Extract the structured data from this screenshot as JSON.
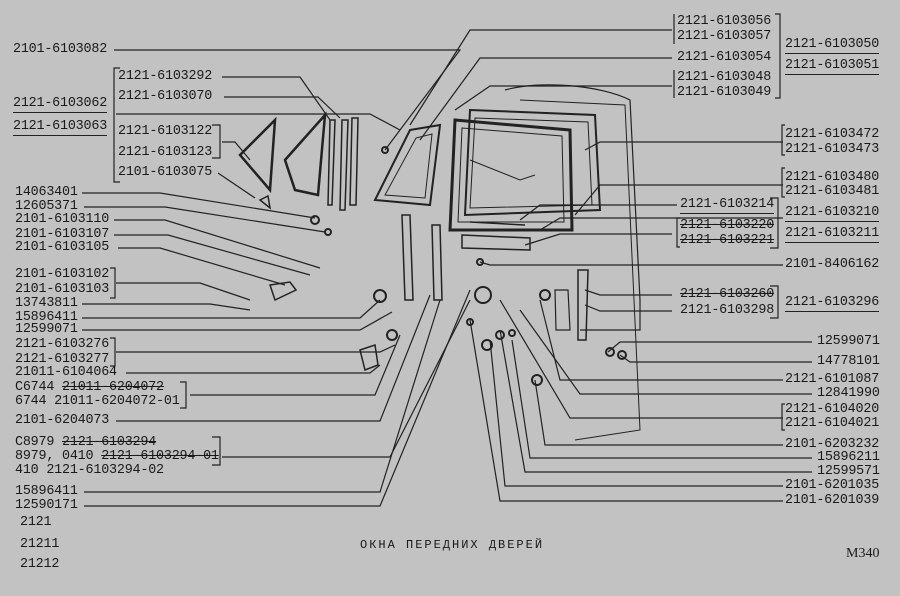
{
  "title": "ОКНА ПЕРЕДНИХ ДВЕРЕЙ",
  "drawing_code": "М340",
  "left_labels": [
    "2101-6103082",
    "2121-6103292",
    "2121-6103070",
    "2121-6103062",
    "2121-6103063",
    "2121-6103122",
    "2121-6103123",
    "2101-6103075",
    "14063401",
    "12605371",
    "2101-6103110",
    "2101-6103107",
    "2101-6103105",
    "2101-6103102",
    "2101-6103103",
    "13743811",
    "15896411",
    "12599071",
    "2121-6103276",
    "2121-6103277",
    "21011-6104064",
    "C6744",
    "21011-6204072",
    "6744 21011-6204072-01",
    "2101-6204073",
    "C8979",
    "2121-6103294",
    "8979, 0410",
    "2121-6103294-01",
    "410 2121-6103294-02",
    "15896411",
    "12590171"
  ],
  "models": [
    "2121",
    "21211",
    "21212"
  ],
  "right_labels": [
    "2121-6103056",
    "2121-6103057",
    "2121-6103050",
    "2121-6103054",
    "2121-6103051",
    "2121-6103048",
    "2121-6103049",
    "2121-6103472",
    "2121-6103473",
    "2121-6103480",
    "2121-6103481",
    "2121-6103214",
    "2121-6103210",
    "2121-6103220",
    "2121-6103221",
    "2121-6103211",
    "2101-8406162",
    "2121-6103260",
    "2121-6103296",
    "2121-6103298",
    "12599071",
    "14778101",
    "2121-6101087",
    "12841990",
    "2121-6104020",
    "2121-6104021",
    "2101-6203232",
    "15896211",
    "12599571",
    "2101-6201035",
    "2101-6201039"
  ]
}
